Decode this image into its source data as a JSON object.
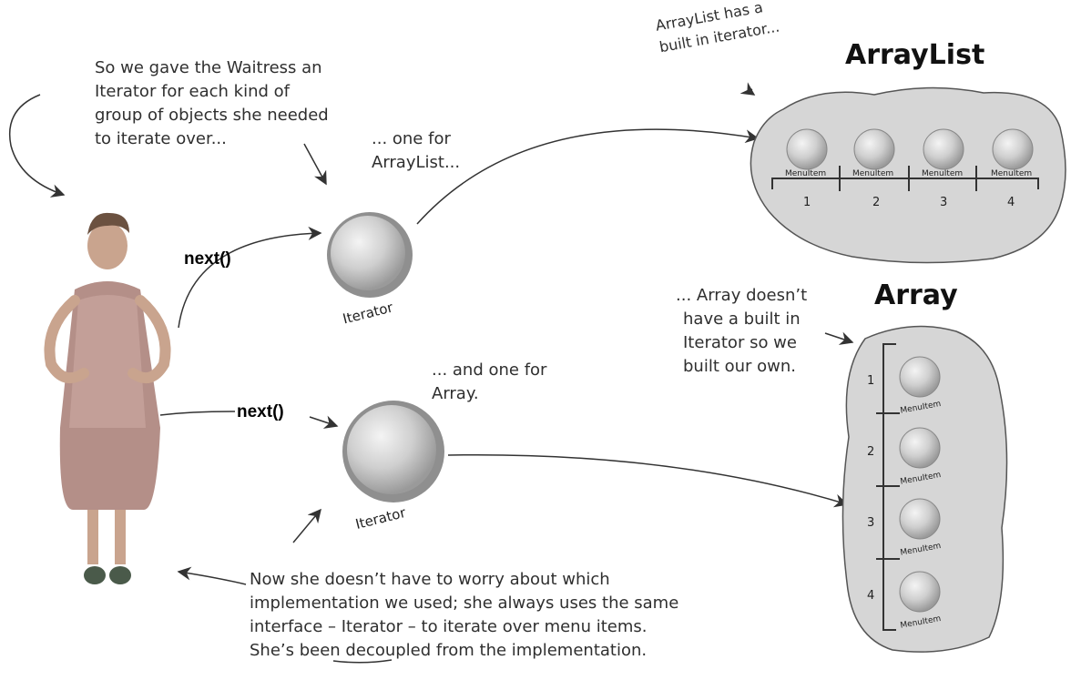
{
  "notes": {
    "waitress_intro": [
      "So we gave the Waitress an",
      "Iterator for each kind of",
      "group of objects she needed",
      "to iterate over..."
    ],
    "arraylist_builtin": [
      "ArrayList has a",
      "built in iterator..."
    ],
    "one_for_arraylist": [
      "... one for",
      "ArrayList..."
    ],
    "one_for_array": [
      "... and one for",
      "Array."
    ],
    "array_no_builtin": [
      "... Array doesn’t",
      "have a built in",
      "Iterator so we",
      "built our own."
    ],
    "decoupled": [
      "Now she doesn’t have to worry about which",
      "implementation we used; she always uses the same",
      "interface – Iterator – to iterate over menu items.",
      "She’s been decoupled from the implementation."
    ]
  },
  "calls": {
    "top": "next()",
    "bottom": "next()"
  },
  "iterators": {
    "top_label": "Iterator",
    "bottom_label": "Iterator"
  },
  "arraylist": {
    "title": "ArrayList",
    "items": [
      {
        "label": "MenuItem",
        "index": "1"
      },
      {
        "label": "MenuItem",
        "index": "2"
      },
      {
        "label": "MenuItem",
        "index": "3"
      },
      {
        "label": "MenuItem",
        "index": "4"
      }
    ]
  },
  "array": {
    "title": "Array",
    "items": [
      {
        "label": "MenuItem",
        "index": "1"
      },
      {
        "label": "MenuItem",
        "index": "2"
      },
      {
        "label": "MenuItem",
        "index": "3"
      },
      {
        "label": "MenuItem",
        "index": "4"
      }
    ]
  },
  "colors": {
    "blob": "#d6d6d6",
    "sphere": "#c9c9c9",
    "ink": "#2f2f2f"
  }
}
